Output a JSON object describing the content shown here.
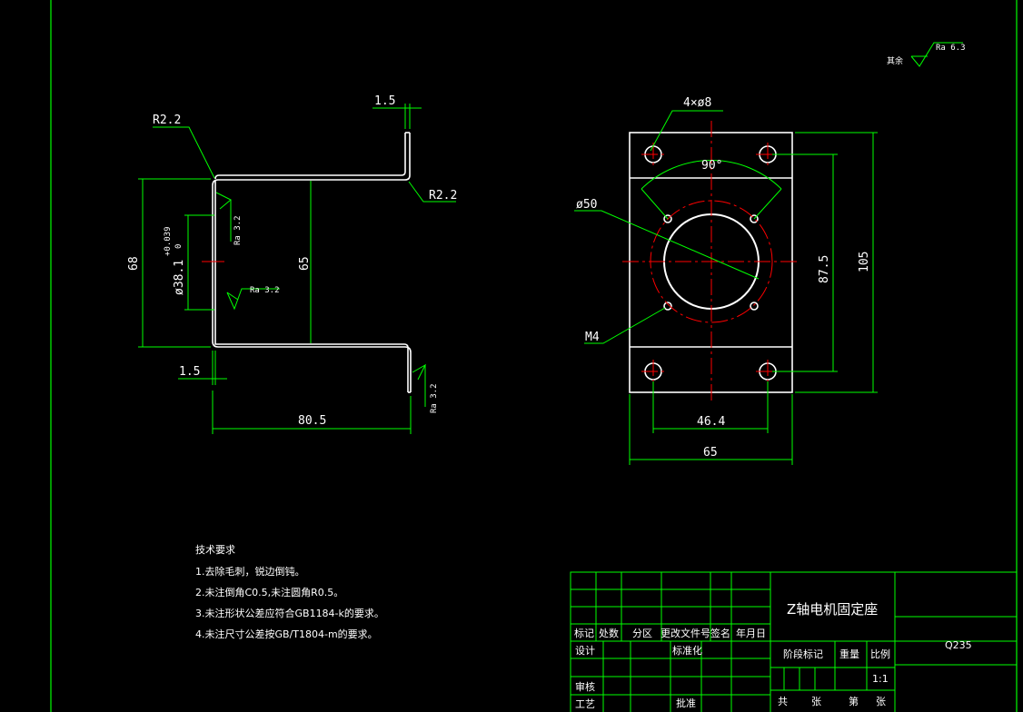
{
  "colors": {
    "border": "#00ff00",
    "part": "#ffffff",
    "dimension": "#00ff00",
    "centerline": "#ff0000",
    "text": "#ffffff",
    "background": "#000000"
  },
  "roughness": {
    "general_label": "其余",
    "general_value": "Ra 6.3",
    "face_left": "Ra 3.2",
    "face_bottom": "Ra 3.2",
    "face_right": "Ra 3.2"
  },
  "side_view": {
    "dim_thickness_top": "1.5",
    "dim_radius_top": "R2.2",
    "dim_radius_right": "R2.2",
    "dim_height_outer": "68",
    "dim_height_inner": "65",
    "dim_bore": "ø38.1",
    "dim_bore_upper_tol": "+0.039",
    "dim_bore_lower_tol": "0",
    "dim_thickness_bottom": "1.5",
    "dim_width": "80.5"
  },
  "front_view": {
    "dim_holes": "4×ø8",
    "dim_angle": "90°",
    "dim_bore": "ø50",
    "dim_thread": "M4",
    "dim_hole_spacing_v": "87.5",
    "dim_height": "105",
    "dim_hole_spacing_h": "46.4",
    "dim_width": "65"
  },
  "technical_requirements": {
    "title": "技术要求",
    "items": [
      "1.去除毛刺，锐边倒钝。",
      "2.未注倒角C0.5,未注圆角R0.5。",
      "3.未注形状公差应符合GB1184-k的要求。",
      "4.未注尺寸公差按GB/T1804-m的要求。"
    ]
  },
  "title_block": {
    "part_name": "Z轴电机固定座",
    "material": "Q235",
    "header_cells": [
      "标记",
      "处数",
      "分区",
      "更改文件号",
      "签名",
      "年月日"
    ],
    "design": "设计",
    "standardization": "标准化",
    "stage_mark": "阶段标记",
    "weight": "重量",
    "scale_label": "比例",
    "scale_value": "1:1",
    "review": "审核",
    "process": "工艺",
    "approve": "批准",
    "total_label": "共",
    "sheet_label": "张",
    "sheet_no_label": "第",
    "sheet_no_unit": "张"
  }
}
